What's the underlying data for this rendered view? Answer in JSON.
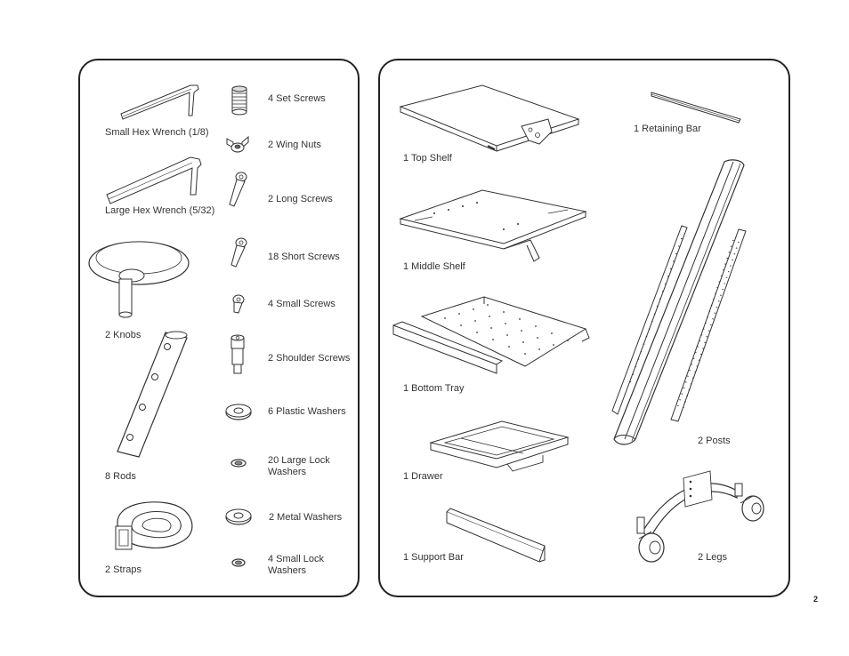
{
  "page_number": "2",
  "left_panel": {
    "small_hex_wrench": "Small Hex Wrench (1/8)",
    "large_hex_wrench": "Large Hex Wrench (5/32)",
    "knobs": "2 Knobs",
    "rods": "8 Rods",
    "straps": "2 Straps",
    "set_screws": "4 Set  Screws",
    "wing_nuts": "2 Wing Nuts",
    "long_screws": "2 Long Screws",
    "short_screws": "18 Short Screws",
    "small_screws": "4 Small Screws",
    "shoulder_screws": "2 Shoulder Screws",
    "plastic_washers": "6 Plastic Washers",
    "large_lock_washers_line1": "20 Large Lock",
    "large_lock_washers_line2": "Washers",
    "metal_washers": "2 Metal Washers",
    "small_lock_washers_line1": "4 Small Lock",
    "small_lock_washers_line2": "Washers"
  },
  "right_panel": {
    "top_shelf": "1 Top Shelf",
    "middle_shelf": "1 Middle Shelf",
    "bottom_tray": "1 Bottom Tray",
    "drawer": "1 Drawer",
    "support_bar": "1 Support Bar",
    "retaining_bar": "1 Retaining Bar",
    "posts": "2 Posts",
    "legs": "2 Legs"
  }
}
